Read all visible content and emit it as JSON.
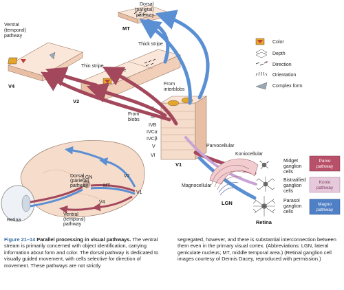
{
  "labels": {
    "dorsal_pathway": [
      "Dorsal",
      "(parietal)",
      "pathway"
    ],
    "mt": "MT",
    "ventral_pathway": [
      "Ventral",
      "(temporal)",
      "pathway"
    ],
    "v4": "V4",
    "v2": "V2",
    "v1": "V1",
    "lgn": "LGN",
    "retina": "Retina",
    "thin_stripe": "Thin stripe",
    "thick_stripe": "Thick stripe",
    "interstripe": "Interstripe",
    "from_interblobs": [
      "From",
      "interblobs"
    ],
    "from_blobs": [
      "From",
      "blobs"
    ],
    "layers": [
      "II",
      "III",
      "IVB",
      "IVCα",
      "IVCβ",
      "V",
      "VI"
    ],
    "parvocellular": "Parvocellular",
    "koniocellular": "Koniocellular",
    "magnocellular": "Magnocellular",
    "midget": [
      "Midget",
      "ganglion",
      "cells"
    ],
    "bistratified": [
      "Bistratified",
      "ganglion",
      "cells"
    ],
    "parasol": [
      "Parasol",
      "ganglion",
      "cells"
    ]
  },
  "legend": [
    "Color",
    "Depth",
    "Direction",
    "Orientation",
    "Complex form"
  ],
  "pathway_boxes": [
    {
      "label": [
        "Parvo",
        "pathway"
      ],
      "fill": "#b9506a",
      "text_color": "#ffffff"
    },
    {
      "label": [
        "Konio",
        "pathway"
      ],
      "fill": "#e7c9dc",
      "text_color": "#7a3a60"
    },
    {
      "label": [
        "Magno",
        "pathway"
      ],
      "fill": "#4f7fc4",
      "text_color": "#ffffff"
    }
  ],
  "brain_labels": {
    "dorsal": [
      "Dorsal",
      "(parietal)",
      "pathway"
    ],
    "mt": "MT",
    "v2": "V2",
    "lgn": "LGN",
    "v1": "V1",
    "v4": "V4",
    "retina": "Retina",
    "ventral": [
      "Ventral",
      "(temporal)",
      "pathway"
    ]
  },
  "colors": {
    "parvo": "#a3485c",
    "magno": "#5a8fd4",
    "konio": "#c7a3d6",
    "box": "#f6dccb",
    "box_side": "#e8bfa4"
  },
  "caption": {
    "fig_num": "Figure 21–14",
    "title": "Parallel processing in visual pathways.",
    "col1": "The ventral stream is primarily concerned with object identification, carrying information about form and color. The dorsal pathway is dedicated to visually guided movement, with cells selective for direction of movement. These pathways are not strictly",
    "col2": "segregated, however, and there is substantial interconnection between them even in the primary visual cortex. (Abbreviations: LGN, lateral geniculate nucleus; MT, middle temporal area.) (Retinal ganglion cell images courtesy of Dennis Dacey, reproduced with permission.)"
  }
}
